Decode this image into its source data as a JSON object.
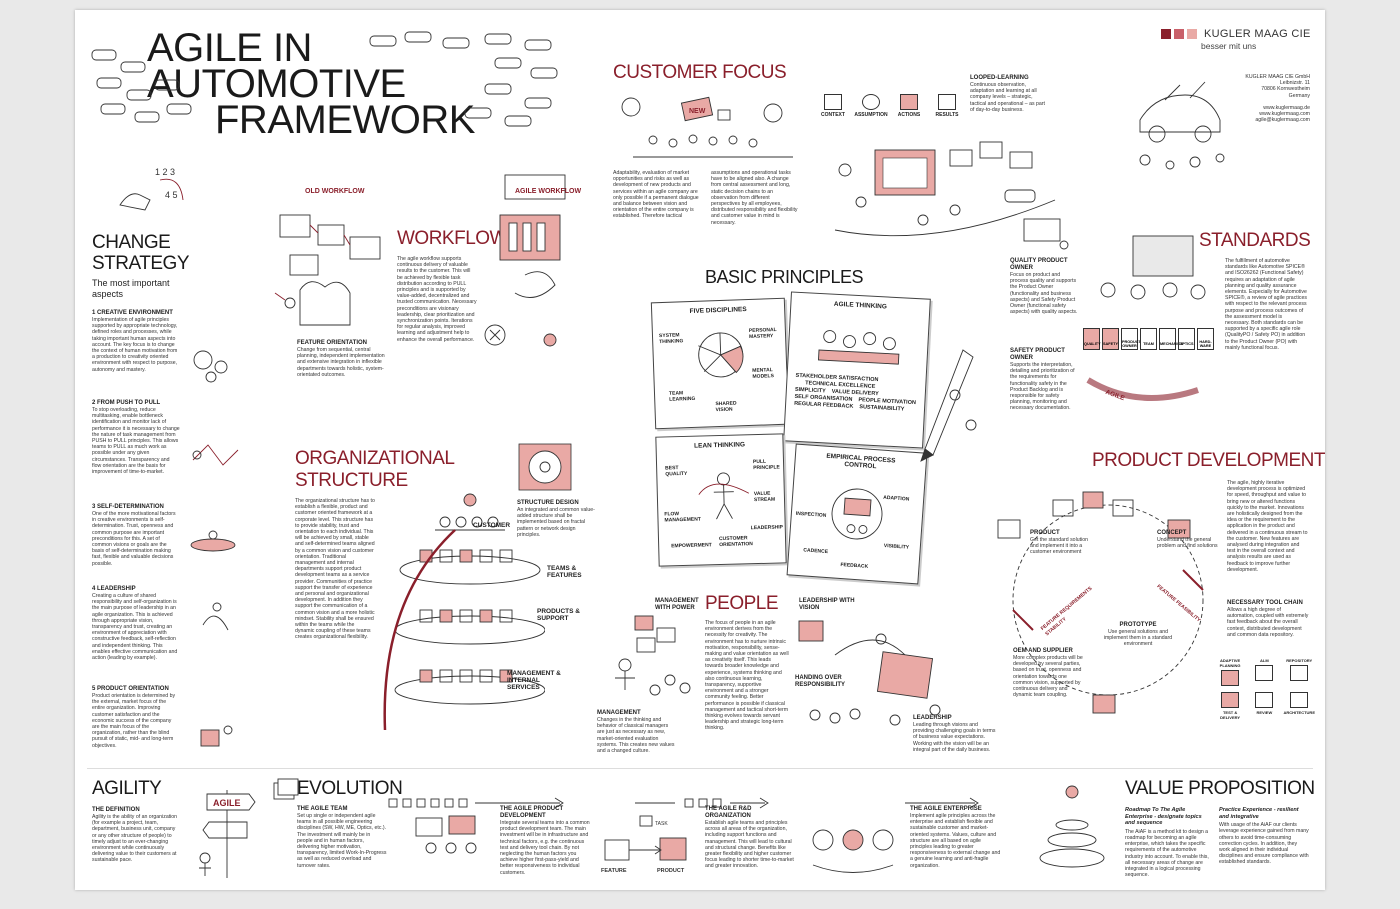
{
  "title": {
    "line1": "AGILE IN",
    "line2": "AUTOMOTIVE",
    "line3": "FRAMEWORK"
  },
  "brand": {
    "name": "KUGLER MAAG CIE",
    "tagline": "besser mit uns",
    "address": [
      "KUGLER MAAG CIE GmbH",
      "Leibnizstr. 11",
      "70806 Kornwestheim",
      "Germany",
      "",
      "www.kuglermaag.de",
      "www.kuglermaag.com",
      "agile@kuglermaag.com"
    ],
    "colors": [
      "#8a1f2b",
      "#c9606a",
      "#e9a9a5"
    ]
  },
  "change_strategy": {
    "heading1": "CHANGE",
    "heading2": "STRATEGY",
    "subheading": "The most important aspects",
    "items": [
      {
        "title": "1 CREATIVE ENVIRONMENT",
        "text": "Implementation of agile principles supported by appropriate technology, defined roles and processes, while taking important human aspects into account. The key focus is to change the context of human motivation from a production to creativity oriented environment with respect to purpose, autonomy and mastery."
      },
      {
        "title": "2 FROM PUSH TO PULL",
        "text": "To stop overloading, reduce multitasking, enable bottleneck identification and monitor lack of performance it is necessary to change the nature of task management from PUSH to PULL principles. This allows teams to PULL as much work as possible under any given circumstances. Transparency and flow orientation are the basis for improvement of time-to-market."
      },
      {
        "title": "3 SELF-DETERMINATION",
        "text": "One of the more motivational factors in creative environments is self-determination. Trust, openness and common purpose are important preconditions for this. A set of common visions or goals are the basis of self-determination making fast, flexible and valuable decisions possible."
      },
      {
        "title": "4 LEADERSHIP",
        "text": "Creating a culture of shared responsibility and self-organization is the main purpose of leadership in an agile organization. This is achieved through appropriate vision, transparency and trust, creating an environment of appreciation with constructive feedback, self-reflection and independent thinking. This enables effective communication and action (leading by example)."
      },
      {
        "title": "5 PRODUCT ORIENTATION",
        "text": "Product orientation is determined by the external, market focus of the entire organization. Improving customer satisfaction and the economic success of the company are the main focus of the organization, rather than the blind pursuit of static, mid- and long-term objectives."
      }
    ]
  },
  "workflow": {
    "heading": "WORKFLOW",
    "text": "The agile workflow supports continuous delivery of valuable results to the customer. This will be achieved by flexible task distribution according to PULL principles and is supported by value-added, decentralized and trusted communication. Necessary preconditions are visionary leadership, clear prioritization and synchronization points. Iterations for regular analysis, improved learning and adjustment help to enhance the overall performance.",
    "old_label": "OLD WORKFLOW",
    "agile_label": "AGILE WORKFLOW",
    "feature_title": "FEATURE ORIENTATION",
    "feature_text": "Change from sequential, central planning, independent implementation and extensive integration in inflexible departments towards holistic, system-orientated outcomes."
  },
  "customer_focus": {
    "heading": "CUSTOMER FOCUS",
    "new_label": "NEW",
    "text1": "Adaptability, evaluation of market opportunities and risks as well as development of new products and services within an agile company are only possible if a permanent dialogue and balance between vision and orientation of the entire company is established. Therefore tactical",
    "text2": "assumptions and operational tasks have to be aligned also. A change from central assessment and long, static decision chains to an observation from different perspectives by all employees, distributed responsibility and flexibility and customer value in mind is necessary."
  },
  "looped_learning": {
    "title": "LOOPED-LEARNING",
    "text": "Continuous observation, adaptation and learning at all company levels – strategic, tactical and operational – as part of day-to-day business.",
    "steps": [
      "CONTEXT",
      "ASSUMPTION",
      "ACTIONS",
      "RESULTS"
    ]
  },
  "basic_principles": {
    "heading": "BASIC PRINCIPLES",
    "cards": [
      {
        "title": "FIVE DISCIPLINES",
        "labels": [
          "SYSTEM THINKING",
          "PERSONAL MASTERY",
          "MENTAL MODELS",
          "TEAM LEARNING",
          "SHARED VISION"
        ]
      },
      {
        "title": "AGILE THINKING",
        "labels": [
          "STAKEHOLDER SATISFACTION",
          "TECHNICAL EXCELLENCE",
          "SIMPLICITY",
          "VALUE DELIVERY",
          "SELF ORGANISATION",
          "PEOPLE MOTIVATION",
          "REGULAR FEEDBACK",
          "SUSTAINABILITY"
        ]
      },
      {
        "title": "LEAN THINKING",
        "labels": [
          "BEST QUALITY",
          "PULL PRINCIPLE",
          "VALUE STREAM",
          "FLOW MANAGEMENT",
          "LEADERSHIP",
          "EMPOWERMENT",
          "CUSTOMER ORIENTATION"
        ]
      },
      {
        "title": "EMPIRICAL PROCESS CONTROL",
        "labels": [
          "ADAPTION",
          "INSPECTION",
          "VISIBILITY",
          "CADENCE",
          "FEEDBACK"
        ]
      }
    ]
  },
  "standards": {
    "heading": "STANDARDS",
    "text": "The fulfillment of automotive standards like Automotive SPICE® and ISO26262 (Functional Safety) requires an adaptation of agile planning and quality assurance elements. Especially for Automotive SPICE®, a review of agile practices with respect to the relevant process purpose and process outcomes of the assessment model is necessary. Both standards can be supported by a specific agile role (QualityPO / Safety PO) in addition to the Product Owner (PO) with mainly functional focus.",
    "qpo_title": "QUALITY PRODUCT OWNER",
    "qpo_text": "Focus on product and process quality and supports the Product Owner (functionality and business aspects) and Safety Product Owner (functional safety aspects) with quality aspects.",
    "spo_title": "SAFETY PRODUCT OWNER",
    "spo_text": "Supports the interpretation, detailing and prioritization of the requirements for functionality safety in the Product Backlog and is responsible for safety planning, monitoring and necessary documentation.",
    "icons": [
      "QUALITY",
      "SAFETY",
      "PRODUCT OWNER",
      "TEAM",
      "MECHANICS",
      "OPTICS",
      "HARD-WARE"
    ],
    "arrow_label": "AGILE"
  },
  "org_structure": {
    "heading1": "ORGANIZATIONAL",
    "heading2": "STRUCTURE",
    "text": "The organizational structure has to establish a flexible, product and customer oriented framework at a corporate level. This structure has to provide stability, trust and orientation to each individual. This will be achieved by small, stable and self-determined teams aligned by a common vision and customer orientation. Traditional management and internal departments support product development teams as a service provider. Communities of practice support the transfer of experience and personal and organizational development. In addition they support the communication of a common vision and a more holistic mindset. Stability shall be ensured within the teams while the dynamic coupling of these teams creates organizational flexibility.",
    "design_title": "STRUCTURE DESIGN",
    "design_text": "An integrated and common value-added structure shall be implemented based on fractal pattern or network design principles.",
    "layers": [
      "CUSTOMER",
      "TEAMS & FEATURES",
      "PRODUCTS & SUPPORT",
      "MANAGEMENT & INTERNAL SERVICES"
    ]
  },
  "people": {
    "heading": "PEOPLE",
    "text": "The focus of people in an agile environment derives from the necessity for creativity. The environment has to nurture intrinsic motivation, responsibility, sense-making and value orientation as well as creativity itself. This leads towards broader knowledge and experience, systems thinking and also continuous learning, transparency, supportive environment and a stronger community feeling. Better performance is possible if classical management and tactical short-term thinking evolves towards servant leadership and strategic long-term thinking.",
    "labels": [
      "MANAGEMENT WITH POWER",
      "LEADERSHIP WITH VISION",
      "HANDING OVER RESPONSIBILITY"
    ],
    "mgmt_title": "MANAGEMENT",
    "mgmt_text": "Changes in the thinking and behavior of classical managers are just as necessary as new, market-oriented evaluation systems. This creates new values and a changed culture.",
    "lead_title": "LEADERSHIP",
    "lead_text": "Leading through visions and providing challenging goals in terms of business value expectations. Working with the vision will be an integral part of the daily business."
  },
  "product_dev": {
    "heading": "PRODUCT DEVELOPMENT",
    "text": "The agile, highly iterative development process is optimized for speed, throughput and value to bring new or altered functions quickly to the market. Innovations are holistically designed from the idea or the requirement to the application in the product and delivered in a continuous stream to the customer. New features are analysed during integration and test in the overall context and analysis results are used as feedback to improve further development.",
    "tool_title": "NECESSARY TOOL CHAIN",
    "tool_text": "Allows a high degree of automation, coupled with extremely fast feedback about the overall context, distributed development and common data repository.",
    "product_title": "PRODUCT",
    "product_text": "Get the standard solution and implement it into a customer environment",
    "concept_title": "CONCEPT",
    "concept_text": "Understand the general problem and find solutions",
    "prototype_title": "PROTOTYPE",
    "prototype_text": "Use general solutions and implement them in a standard environment",
    "oem_title": "OEM AND SUPPLIER",
    "oem_text": "More complex products will be developed by several parties, based on trust, openness and orientation towards one common vision, supported by continuous delivery and dynamic team coupling.",
    "arc_labels": [
      "FEATURE REQUIREMENTS STABILITY",
      "FEATURE FEASIBILITY"
    ],
    "tools": [
      "ADAPTIVE PLANNING",
      "ALM",
      "REPOSITORY",
      "TEST & DELIVERY",
      "REVIEW",
      "ARCHITECTURE"
    ]
  },
  "agility": {
    "heading": "AGILITY",
    "sign": "AGILE",
    "def_title": "THE DEFINITION",
    "def_text": "Agility is the ability of an organization (for example a project, team, department, business unit, company or any other structure of people) to timely adjust to an ever-changing environment while continuously delivering value to their customers at sustainable pace."
  },
  "evolution": {
    "heading": "EVOLUTION",
    "stages": [
      {
        "title": "THE AGILE TEAM",
        "text": "Set up single or independent agile teams in all possible engineering disciplines (SW, HW, ME, Optics, etc.). The investment will mainly be in people and in human factors, delivering higher motivation, transparency, limited Work-In-Progress as well as reduced overload and turnover rates."
      },
      {
        "title": "THE AGILE PRODUCT DEVELOPMENT",
        "text": "Integrate several teams into a common product development team. The main investment will be in infrastructure and technical factors, e.g. the continuous test and delivery tool chain. By not neglecting the human factors you achieve higher first-pass-yield and better responsiveness to individual customers."
      },
      {
        "title": "THE AGILE R&D ORGANIZATION",
        "text": "Establish agile teams and principles across all areas of the organization, including support functions and management. This will lead to cultural and structural change. Benefits like greater flexibility and higher customer focus leading to shorter time-to-market and greater innovation."
      },
      {
        "title": "THE AGILE ENTERPRISE",
        "text": "Implement agile principles across the enterprise and establish flexible and sustainable customer and market-oriented systems. Values, culture and structure are all based on agile principles leading to greater responsiveness to external change and a genuine learning and anti-fragile organization."
      }
    ],
    "task_label": "TASK",
    "feature_label": "FEATURE",
    "product_label": "PRODUCT"
  },
  "value_prop": {
    "heading": "VALUE PROPOSITION",
    "col1_title": "Roadmap To The Agile Enterprise - designate topics and sequence",
    "col1_text": "The AiAF is a method kit to design a roadmap for becoming an agile enterprise, which takes the specific requirements of the automotive industry into account. To enable this, all necessary areas of change are integrated in a logical processing sequence.",
    "col2_title": "Practice Experience - resilient and integrative",
    "col2_text": "With usage of the AiAF our clients leverage experience gained from many others to avoid time-consuming correction cycles. In addition, they work aligned in their individual disciplines and ensure compliance with established standards."
  }
}
